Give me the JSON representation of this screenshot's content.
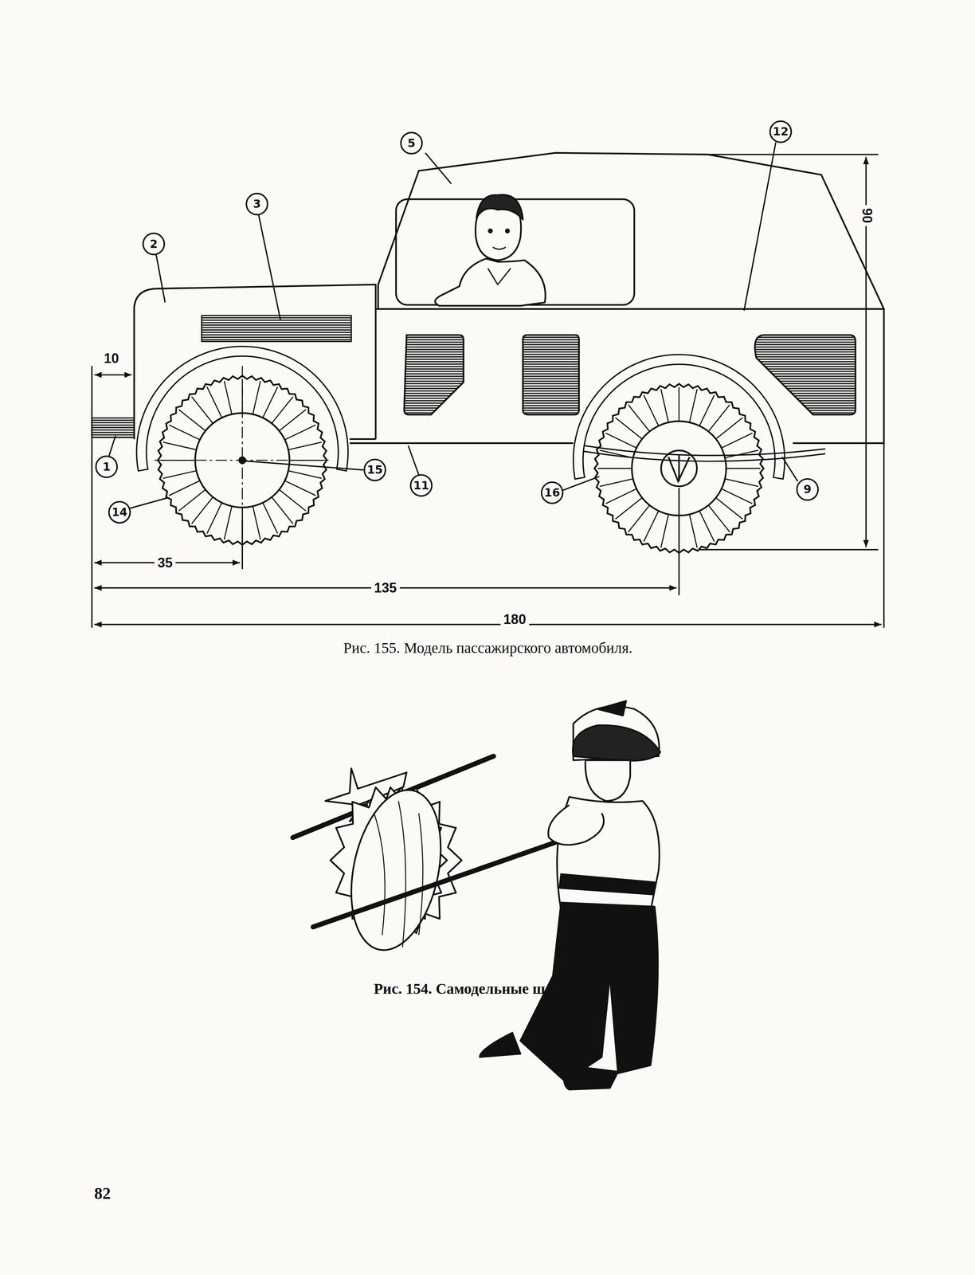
{
  "diagram": {
    "caption": "Рис. 155. Модель пассажирского автомобиля.",
    "labels": [
      "5",
      "12",
      "3",
      "2",
      "90",
      "10",
      "1",
      "15",
      "11",
      "16",
      "9",
      "14",
      "35",
      "135",
      "180",
      "Рис. 154. Самодельные шестерни.",
      "82"
    ]
  }
}
